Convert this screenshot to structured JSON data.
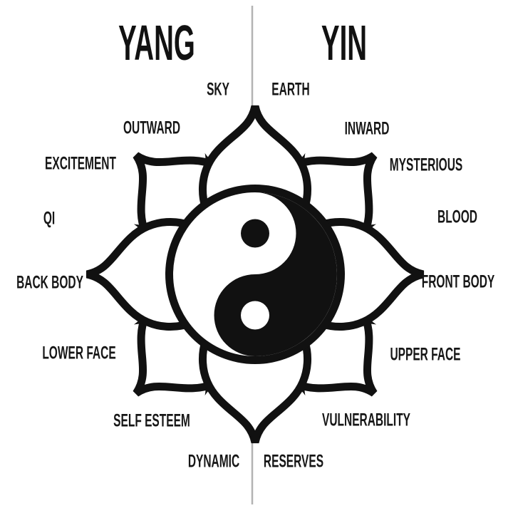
{
  "diagram": {
    "title": "Yang Yin lotus diagram",
    "background_color": "#ffffff",
    "ink_color": "#111111",
    "divider_color": "#b3b3b3",
    "center_symbol": "yin-yang inside lotus flower"
  },
  "headers": {
    "yang": "YANG",
    "yin": "YIN"
  },
  "pairs": [
    {
      "yang": "SKY",
      "yin": "EARTH"
    },
    {
      "yang": "OUTWARD",
      "yin": "INWARD"
    },
    {
      "yang": "EXCITEMENT",
      "yin": "MYSTERIOUS"
    },
    {
      "yang": "QI",
      "yin": "BLOOD"
    },
    {
      "yang": "BACK BODY",
      "yin": "FRONT BODY"
    },
    {
      "yang": "LOWER FACE",
      "yin": "UPPER FACE"
    },
    {
      "yang": "SELF ESTEEM",
      "yin": "VULNERABILITY"
    },
    {
      "yang": "DYNAMIC",
      "yin": "RESERVES"
    }
  ]
}
